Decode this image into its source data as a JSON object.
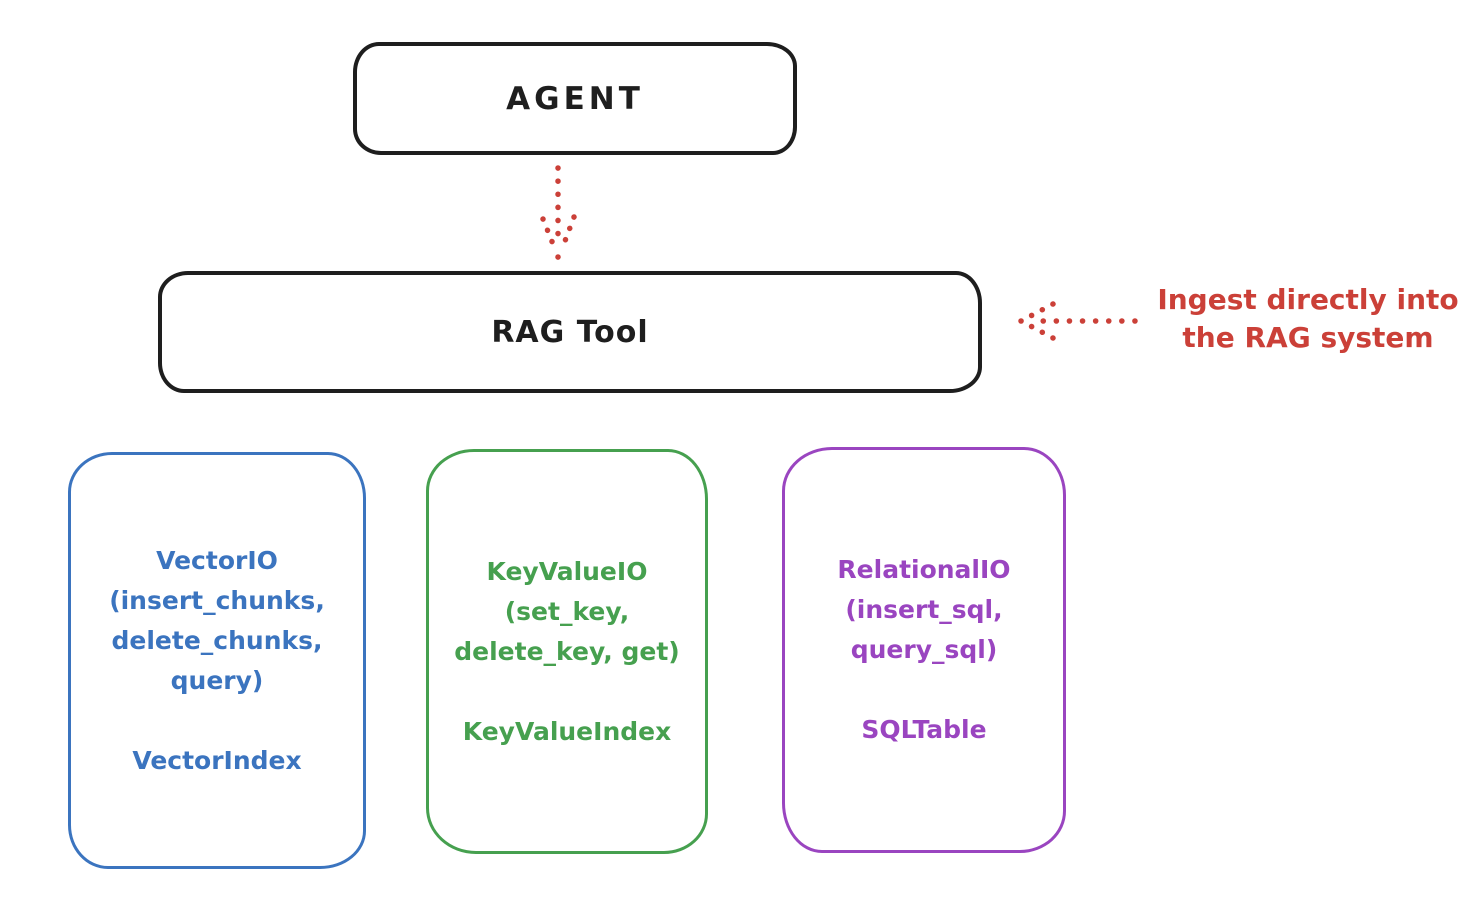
{
  "canvas": {
    "background": "#ffffff"
  },
  "nodes": {
    "agent": {
      "label": "AGENT",
      "stroke": "#1e1e1e"
    },
    "rag_tool": {
      "label": "RAG Tool",
      "stroke": "#1e1e1e"
    },
    "vector_io": {
      "io_label": "VectorIO\n(insert_chunks,\ndelete_chunks,\nquery)",
      "index_label": "VectorIndex",
      "stroke": "#3b74bf"
    },
    "key_value_io": {
      "io_label": "KeyValueIO\n(set_key,\ndelete_key, get)",
      "index_label": "KeyValueIndex",
      "stroke": "#46a04f"
    },
    "relational_io": {
      "io_label": "RelationalIO\n(insert_sql,\nquery_sql)",
      "index_label": "SQLTable",
      "stroke": "#9a45c0"
    }
  },
  "arrows": {
    "agent_to_rag_tool": {
      "style": "dotted",
      "direction": "down",
      "color": "#cb4038"
    },
    "ingest_pointer": {
      "style": "dotted",
      "direction": "left-into-rag-tool",
      "color": "#cb4038"
    }
  },
  "annotation": {
    "line1": "Ingest directly into",
    "line2": "the RAG system",
    "color": "#cb4038"
  }
}
